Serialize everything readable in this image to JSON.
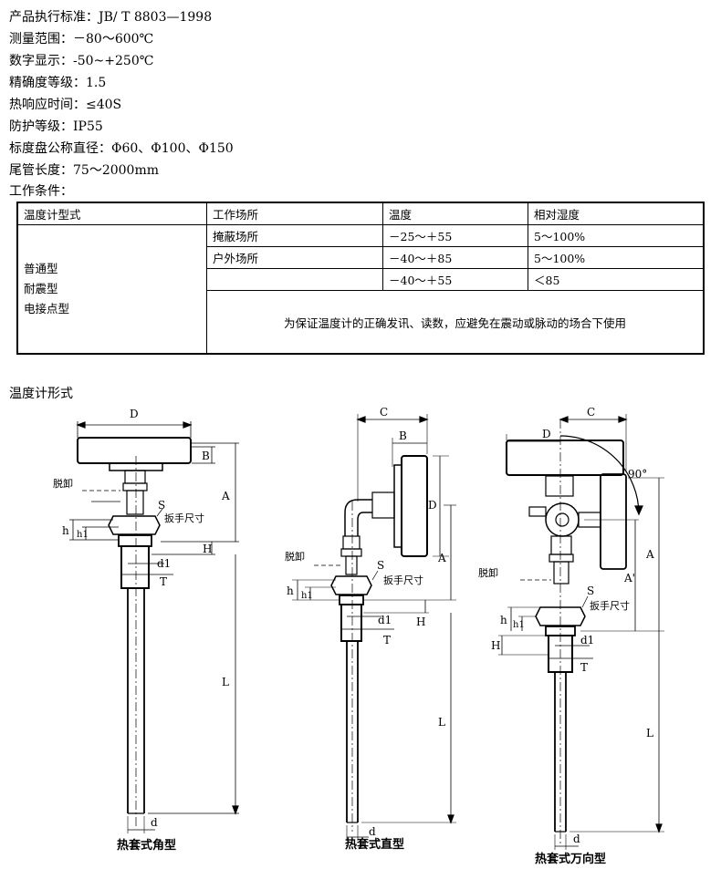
{
  "specs": [
    {
      "label": "产品执行标准：",
      "value": "JB/ T 8803—1998"
    },
    {
      "label": "测量范围：",
      "value": "－80～600℃"
    },
    {
      "label": "数字显示：",
      "value": "-50~+250℃"
    },
    {
      "label": "精确度等级：",
      "value": "1.5"
    },
    {
      "label": "热响应时间：",
      "value": "≤40S"
    },
    {
      "label": "防护等级：",
      "value": "IP55"
    },
    {
      "label": "标度盘公称直径：",
      "value": "Φ60、Φ100、Φ150"
    },
    {
      "label": "尾管长度：",
      "value": "75～2000mm"
    },
    {
      "label": "工作条件：",
      "value": ""
    }
  ],
  "table": {
    "headers": [
      "温度计型式",
      "工作场所",
      "温度",
      "相对湿度"
    ],
    "types": [
      "普通型",
      "耐震型",
      "电接点型"
    ],
    "rows": [
      {
        "place": "掩蔽场所",
        "temp": "－25～＋55",
        "humidity": "5～100%"
      },
      {
        "place": "户外场所",
        "temp": "－40～＋85",
        "humidity": "5～100%"
      },
      {
        "place": "",
        "temp": "－40～＋55",
        "humidity": "＜85"
      }
    ],
    "note": "为保证温度计的正确发讯、读数，应避免在震动或脉动的场合下使用"
  },
  "section_title": "温度计形式",
  "diagrams": {
    "labels": {
      "D": "D",
      "B": "B",
      "A": "A",
      "C": "C",
      "H": "H",
      "h": "h",
      "h1": "h1",
      "S": "S",
      "d1": "d1",
      "T": "T",
      "L": "L",
      "d": "d",
      "A_prime": "A'",
      "angle": "90°"
    },
    "detach": "脱卸",
    "wrench": "扳手尺寸",
    "captions": [
      "热套式角型",
      "热套式直型",
      "热套式万向型"
    ]
  }
}
